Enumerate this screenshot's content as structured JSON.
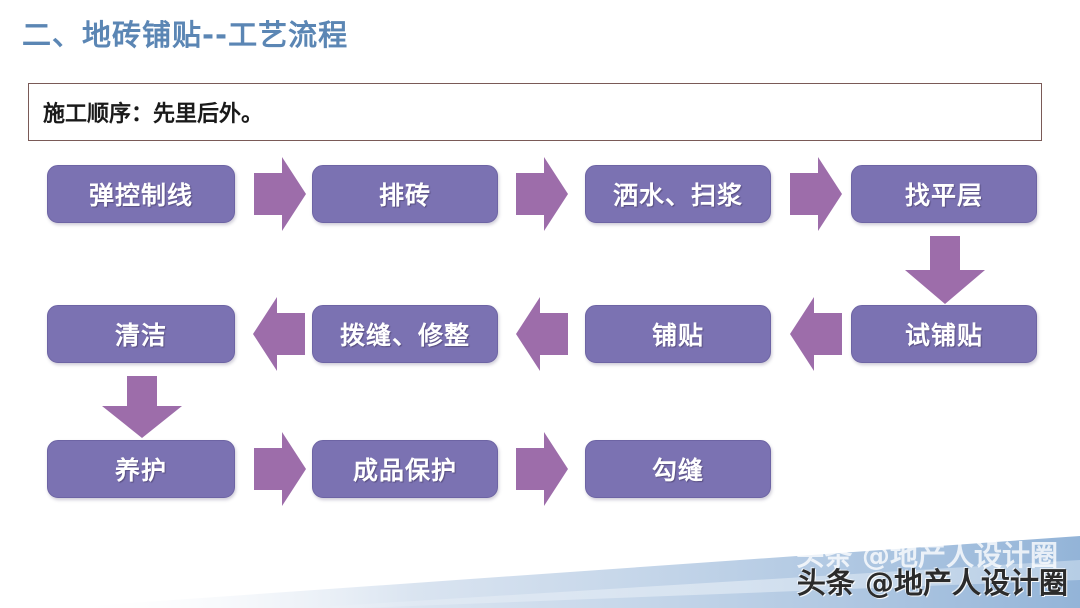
{
  "slide": {
    "title": "二、地砖铺贴--工艺流程",
    "title_color": "#5b86b4",
    "background": "#ffffff"
  },
  "note": {
    "text": "施工顺序：先里后外。",
    "border_color": "#7a5a57"
  },
  "theme": {
    "node_fill": "#7b72b2",
    "node_border": "#6d64a4",
    "node_text": "#ffffff",
    "arrow_fill": "#9d6daa",
    "deco_band": "#a8c0dd"
  },
  "flow": {
    "nodes": [
      {
        "id": "n1",
        "label": "弹控制线"
      },
      {
        "id": "n2",
        "label": "排砖"
      },
      {
        "id": "n3",
        "label": "洒水、扫浆"
      },
      {
        "id": "n4",
        "label": "找平层"
      },
      {
        "id": "n5",
        "label": "试铺贴"
      },
      {
        "id": "n6",
        "label": "铺贴"
      },
      {
        "id": "n7",
        "label": "拨缝、修整"
      },
      {
        "id": "n8",
        "label": "清洁"
      },
      {
        "id": "n9",
        "label": "养护"
      },
      {
        "id": "n10",
        "label": "成品保护"
      },
      {
        "id": "n11",
        "label": "勾缝"
      }
    ],
    "connectors": [
      {
        "from": "n1",
        "to": "n2",
        "direction": "right"
      },
      {
        "from": "n2",
        "to": "n3",
        "direction": "right"
      },
      {
        "from": "n3",
        "to": "n4",
        "direction": "right"
      },
      {
        "from": "n4",
        "to": "n5",
        "direction": "down"
      },
      {
        "from": "n5",
        "to": "n6",
        "direction": "left"
      },
      {
        "from": "n6",
        "to": "n7",
        "direction": "left"
      },
      {
        "from": "n7",
        "to": "n8",
        "direction": "left"
      },
      {
        "from": "n8",
        "to": "n9",
        "direction": "down"
      },
      {
        "from": "n9",
        "to": "n10",
        "direction": "right"
      },
      {
        "from": "n10",
        "to": "n11",
        "direction": "right"
      }
    ]
  },
  "watermark": {
    "text": "头条 @地产人设计圈",
    "ghost_text": "头条 @地产人设计圈"
  }
}
